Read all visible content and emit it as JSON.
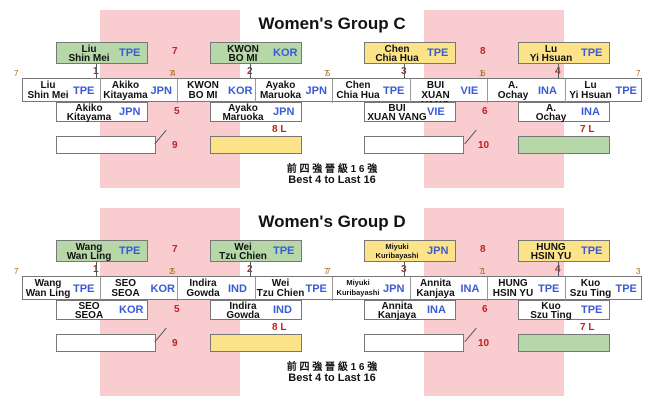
{
  "groups": [
    {
      "title": "Women's Group C",
      "top_left": {
        "name1": "Liu",
        "name2": "Shin Mei",
        "country": "TPE",
        "num": "7"
      },
      "top_mid": {
        "name1": "KWON",
        "name2": "BO MI",
        "country": "KOR"
      },
      "top_right1": {
        "name1": "Chen",
        "name2": "Chia Hua",
        "country": "TPE",
        "num": "8"
      },
      "top_right2": {
        "name1": "Lu",
        "name2": "Yi Hsuan",
        "country": "TPE"
      },
      "row": [
        {
          "seed": "7",
          "name1": "Liu",
          "name2": "Shin Mei",
          "country": "TPE"
        },
        {
          "seed": "4",
          "name1": "Akiko",
          "name2": "Kitayama",
          "country": "JPN"
        },
        {
          "seed": "7",
          "name1": "KWON",
          "name2": "BO MI",
          "country": "KOR"
        },
        {
          "seed": "5",
          "name1": "Ayako",
          "name2": "Maruoka",
          "country": "JPN"
        },
        {
          "seed": "7",
          "name1": "Chen",
          "name2": "Chia Hua",
          "country": "TPE"
        },
        {
          "seed": "6",
          "name1": "BUI",
          "name2": "XUAN VANG",
          "country": "VIE"
        },
        {
          "seed": "1",
          "name1": "A.",
          "name2": "Ochay",
          "country": "INA"
        },
        {
          "seed": "7",
          "name1": "Lu",
          "name2": "Yi Hsuan",
          "country": "TPE"
        }
      ],
      "match_nums": [
        "1",
        "2",
        "3",
        "4"
      ],
      "bottom_left": {
        "name1": "Akiko",
        "name2": "Kitayama",
        "country": "JPN",
        "num": "5"
      },
      "bottom_mid": {
        "name1": "Ayako",
        "name2": "Maruoka",
        "country": "JPN",
        "num": "8 L"
      },
      "bottom_right1": {
        "name1": "BUI",
        "name2": "XUAN VANG",
        "country": "VIE",
        "num": "6"
      },
      "bottom_right2": {
        "name1": "A.",
        "name2": "Ochay",
        "country": "INA",
        "num": "7 L"
      },
      "final_left_num": "9",
      "final_right_num": "10",
      "caption_cn": "前 四 強 晉 級 1 6 強",
      "caption_en": "Best 4 to Last 16"
    },
    {
      "title": "Women's Group D",
      "top_left": {
        "name1": "Wang",
        "name2": "Wan Ling",
        "country": "TPE",
        "num": "7"
      },
      "top_mid": {
        "name1": "Wei",
        "name2": "Tzu Chien",
        "country": "TPE"
      },
      "top_right1": {
        "name1": "Miyuki",
        "name2": "Kuribayashi",
        "country": "JPN",
        "num": "8"
      },
      "top_right2": {
        "name1": "HUNG",
        "name2": "HSIN YU",
        "country": "TPE"
      },
      "row": [
        {
          "seed": "7",
          "name1": "Wang",
          "name2": "Wan Ling",
          "country": "TPE"
        },
        {
          "seed": "5",
          "name1": "SEO",
          "name2": "SEOA",
          "country": "KOR"
        },
        {
          "seed": "2",
          "name1": "Indira",
          "name2": "Gowda",
          "country": "IND"
        },
        {
          "seed": "7",
          "name1": "Wei",
          "name2": "Tzu Chien",
          "country": "TPE"
        },
        {
          "seed": "7",
          "name1": "Miyuki",
          "name2": "Kuribayashi",
          "country": "JPN"
        },
        {
          "seed": "1",
          "name1": "Annita",
          "name2": "Kanjaya",
          "country": "INA"
        },
        {
          "seed": "7",
          "name1": "HUNG",
          "name2": "HSIN YU",
          "country": "TPE"
        },
        {
          "seed": "3",
          "name1": "Kuo",
          "name2": "Szu Ting",
          "country": "TPE"
        }
      ],
      "match_nums": [
        "1",
        "2",
        "3",
        "4"
      ],
      "bottom_left": {
        "name1": "SEO",
        "name2": "SEOA",
        "country": "KOR",
        "num": "5"
      },
      "bottom_mid": {
        "name1": "Indira",
        "name2": "Gowda",
        "country": "IND",
        "num": "8 L"
      },
      "bottom_right1": {
        "name1": "Annita",
        "name2": "Kanjaya",
        "country": "INA",
        "num": "6"
      },
      "bottom_right2": {
        "name1": "Kuo",
        "name2": "Szu Ting",
        "country": "TPE",
        "num": "7 L"
      },
      "final_left_num": "9",
      "final_right_num": "10",
      "caption_cn": "前 四 強 晉 級 1 6 強",
      "caption_en": "Best 4 to Last 16"
    }
  ],
  "colors": {
    "pink": "#f9cdd0",
    "green": "#b6d7a8",
    "yellow": "#fce38a",
    "country": "#3b5bd6",
    "red": "#c0201e"
  }
}
